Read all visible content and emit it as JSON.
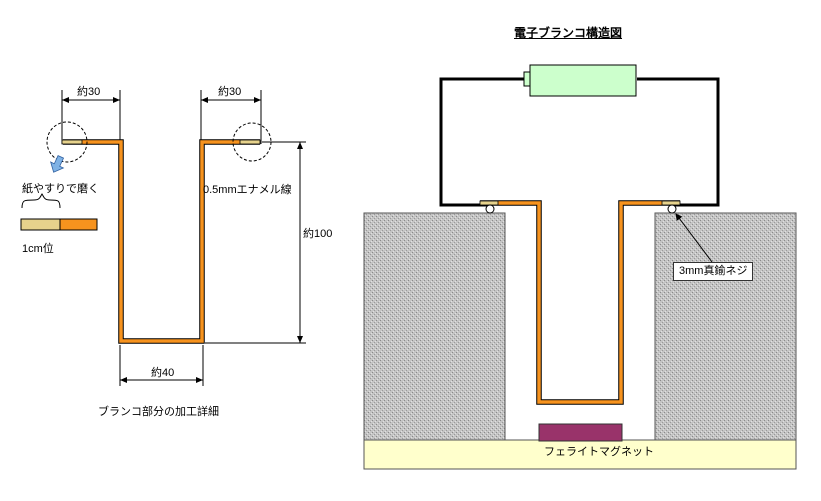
{
  "title": "電子ブランコ構造図",
  "left": {
    "dim_top_left": "約30",
    "dim_top_right": "約30",
    "dim_bottom": "約40",
    "dim_height": "約100",
    "sandpaper_label": "紙やすりで磨く",
    "wire_label": "0.5mmエナメル線",
    "length_label": "1cm位",
    "caption": "ブランコ部分の加工詳細"
  },
  "right": {
    "screw_label": "3mm真鍮ネジ",
    "magnet_label": "フェライトマグネット"
  },
  "colors": {
    "wire": "#f7931e",
    "wire_outline": "#000000",
    "bared_end": "#e6d28c",
    "battery": "#ccffcc",
    "block": "#c0c0c0",
    "base": "#ffffcc",
    "magnet": "#99336a",
    "arrow": "#7fb2e5"
  }
}
